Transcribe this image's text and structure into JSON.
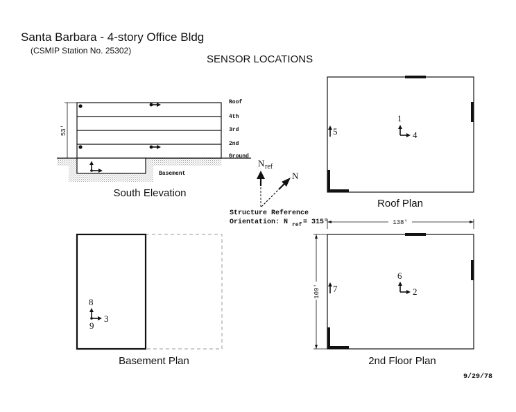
{
  "header": {
    "title": "Santa Barbara - 4-story Office Bldg",
    "station": "(CSMIP Station No. 25302)",
    "heading": "SENSOR LOCATIONS",
    "date": "9/29/78"
  },
  "elevation": {
    "caption": "South Elevation",
    "height_label": "53'",
    "levels": [
      "Roof",
      "4th",
      "3rd",
      "2nd",
      "Ground"
    ],
    "basement_label": "Basement"
  },
  "orientation": {
    "nref_main": "N",
    "nref_sub": "ref",
    "north_label": "N",
    "line1": "Structure Reference",
    "line2_prefix": "Orientation: N",
    "line2_sub": "ref",
    "line2_suffix": " = 315°"
  },
  "roof_plan": {
    "caption": "Roof Plan",
    "sensors": {
      "s1": "1",
      "s4": "4",
      "s5": "5"
    }
  },
  "second_floor_plan": {
    "caption": "2nd Floor Plan",
    "width_label": "138'",
    "depth_label": "109'",
    "sensors": {
      "s6": "6",
      "s2": "2",
      "s7": "7"
    }
  },
  "basement_plan": {
    "caption": "Basement Plan",
    "sensors": {
      "s8": "8",
      "s9": "9",
      "s3": "3"
    }
  },
  "colors": {
    "ink": "#111111",
    "hatch": "#9a9a9a",
    "background": "#ffffff"
  }
}
